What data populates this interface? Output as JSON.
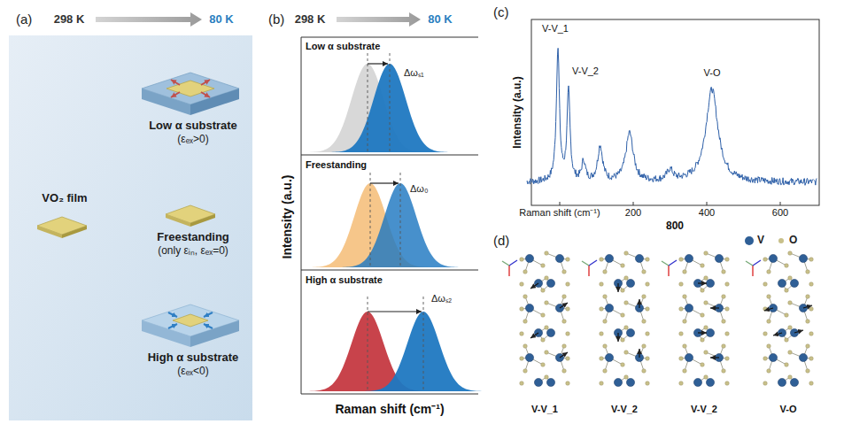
{
  "diagram": {
    "nodes": [
      {
        "text": [
          "VO₂ film"
        ]
      },
      {
        "text": [
          "Low α substrate",
          "(εₑₓ>0)"
        ]
      },
      {
        "text": [
          "Freestanding",
          "(only εᵢₙ, εₑₓ=0)"
        ]
      },
      {
        "text": [
          "High α substrate",
          "(εₑₓ<0)"
        ]
      }
    ],
    "edges": [
      {
        "from": 0,
        "to": 1,
        "arrow": "none"
      },
      {
        "from": 0,
        "to": 2,
        "arrow": "none"
      },
      {
        "from": 0,
        "to": 3,
        "arrow": "none"
      }
    ],
    "labels": [
      "(a)",
      "298 K",
      "80 K",
      "(b)",
      "298 K",
      "80 K",
      "Low α substrate",
      "Δωₛ₁",
      "Freestanding",
      "Δω₀",
      "High α substrate",
      "Δωₛ₂",
      "Intensity (a.u.)",
      "Raman shift (cm⁻¹)",
      "(c)",
      "V-V_1",
      "V-V_2",
      "V-O",
      "Intensity (a.u.)",
      "Raman shift (cm⁻¹)",
      "200",
      "400",
      "600",
      "800",
      "(d)",
      "V-V_1",
      "V-V_2",
      "V-V_2",
      "V-O"
    ],
    "legend": [
      {
        "text": "V",
        "color": "#2f5f96"
      },
      {
        "text": "O",
        "color": "#c8c08a"
      }
    ]
  }
}
